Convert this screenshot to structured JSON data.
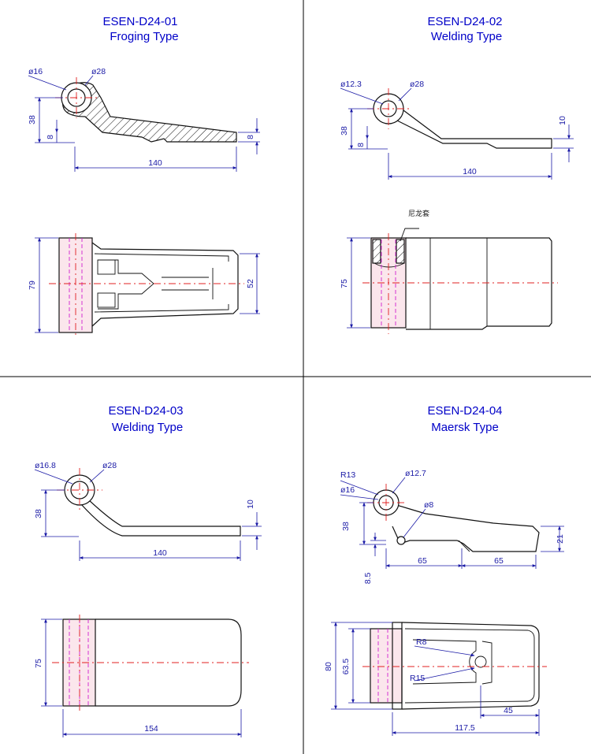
{
  "panels": [
    {
      "code": "ESEN-D24-01",
      "type": "Froging Type",
      "side_labels": [
        "ø16",
        "ø28",
        "38",
        "8",
        "8",
        "140"
      ],
      "plan_labels": [
        "79",
        "52"
      ]
    },
    {
      "code": "ESEN-D24-02",
      "type": "Welding Type",
      "side_labels": [
        "ø12.3",
        "ø28",
        "38",
        "8",
        "10",
        "140"
      ],
      "plan_labels": [
        "75"
      ],
      "note": "尼龙套"
    },
    {
      "code": "ESEN-D24-03",
      "type": "Welding Type",
      "side_labels": [
        "ø16.8",
        "ø28",
        "38",
        "10",
        "140"
      ],
      "plan_labels": [
        "75",
        "154"
      ]
    },
    {
      "code": "ESEN-D24-04",
      "type": "Maersk Type",
      "side_labels": [
        "R13",
        "ø12.7",
        "ø16",
        "ø8",
        "38",
        "21",
        "65",
        "65",
        "8.5"
      ],
      "plan_labels": [
        "R8",
        "R15",
        "80",
        "63.5",
        "45",
        "117.5"
      ]
    }
  ]
}
